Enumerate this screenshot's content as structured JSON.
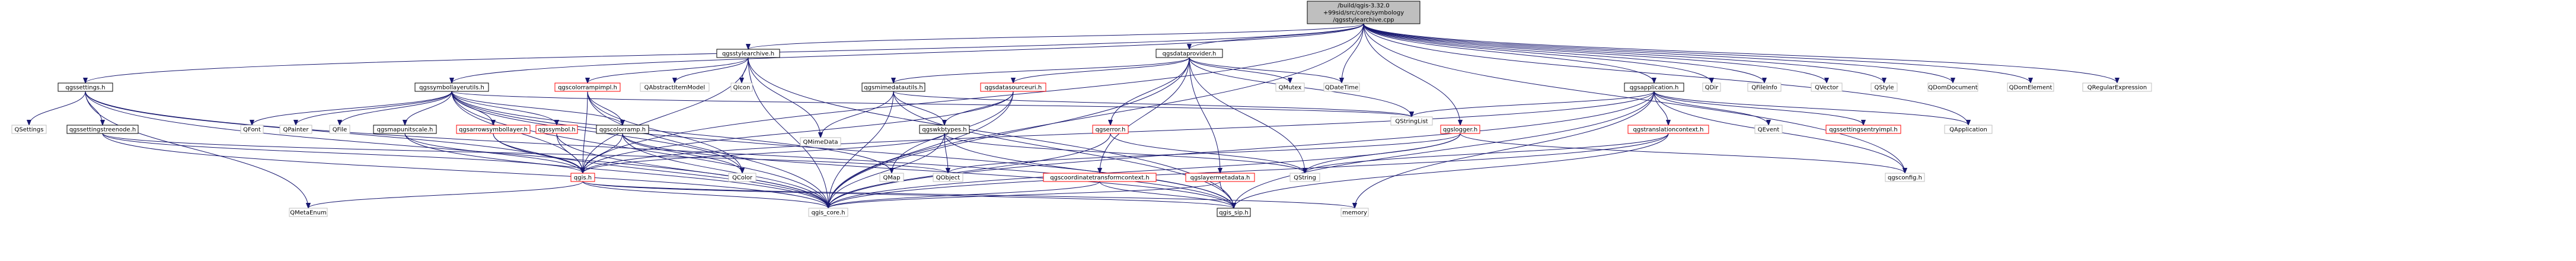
{
  "diagram": {
    "root": "R",
    "nodes": [
      {
        "id": "R",
        "lines": [
          "/build/qgis-3.32.0",
          "+99sid/src/core/symbology",
          "/qgsstylearchive.cpp"
        ],
        "style": "root"
      },
      {
        "id": "qgssettings",
        "lines": [
          "qgssettings.h"
        ],
        "style": "normal"
      },
      {
        "id": "qgsstylearchive",
        "lines": [
          "qgsstylearchive.h"
        ],
        "style": "normal"
      },
      {
        "id": "qgsdataprovider",
        "lines": [
          "qgsdataprovider.h"
        ],
        "style": "normal"
      },
      {
        "id": "qgsapplication",
        "lines": [
          "qgsapplication.h"
        ],
        "style": "normal"
      },
      {
        "id": "QDir",
        "lines": [
          "QDir"
        ],
        "style": "gray"
      },
      {
        "id": "QFileInfo",
        "lines": [
          "QFileInfo"
        ],
        "style": "gray"
      },
      {
        "id": "QVector",
        "lines": [
          "QVector"
        ],
        "style": "gray"
      },
      {
        "id": "QStyle",
        "lines": [
          "QStyle"
        ],
        "style": "gray"
      },
      {
        "id": "QDomDocument",
        "lines": [
          "QDomDocument"
        ],
        "style": "gray"
      },
      {
        "id": "QDomElement",
        "lines": [
          "QDomElement"
        ],
        "style": "gray"
      },
      {
        "id": "QRegularExpression",
        "lines": [
          "QRegularExpression"
        ],
        "style": "gray"
      },
      {
        "id": "QSettings",
        "lines": [
          "QSettings"
        ],
        "style": "gray"
      },
      {
        "id": "qgssettingstreenode",
        "lines": [
          "qgssettingstreenode.h"
        ],
        "style": "normal"
      },
      {
        "id": "qgssymbollayerutils",
        "lines": [
          "qgssymbollayerutils.h"
        ],
        "style": "normal"
      },
      {
        "id": "qgscolorrampimpl",
        "lines": [
          "qgscolorrampimpl.h"
        ],
        "style": "red"
      },
      {
        "id": "QAbstractItemModel",
        "lines": [
          "QAbstractItemModel"
        ],
        "style": "gray"
      },
      {
        "id": "QIcon",
        "lines": [
          "QIcon"
        ],
        "style": "gray"
      },
      {
        "id": "qgsmimedatautils",
        "lines": [
          "qgsmimedatautils.h"
        ],
        "style": "normal"
      },
      {
        "id": "qgsdatasourceuri",
        "lines": [
          "qgsdatasourceuri.h"
        ],
        "style": "red"
      },
      {
        "id": "QMutex",
        "lines": [
          "QMutex"
        ],
        "style": "gray"
      },
      {
        "id": "QDateTime",
        "lines": [
          "QDateTime"
        ],
        "style": "gray"
      },
      {
        "id": "QStringList",
        "lines": [
          "QStringList"
        ],
        "style": "gray"
      },
      {
        "id": "QFont",
        "lines": [
          "QFont"
        ],
        "style": "gray"
      },
      {
        "id": "QPainter",
        "lines": [
          "QPainter"
        ],
        "style": "gray"
      },
      {
        "id": "QFile",
        "lines": [
          "QFile"
        ],
        "style": "gray"
      },
      {
        "id": "qgsmapunitscale",
        "lines": [
          "qgsmapunitscale.h"
        ],
        "style": "normal"
      },
      {
        "id": "qgsarrowsymbollayer",
        "lines": [
          "qgsarrowsymbollayer.h"
        ],
        "style": "red"
      },
      {
        "id": "qgssymbol",
        "lines": [
          "qgssymbol.h"
        ],
        "style": "red"
      },
      {
        "id": "qgscolorramp",
        "lines": [
          "qgscolorramp.h"
        ],
        "style": "normal"
      },
      {
        "id": "qgswkbtypes",
        "lines": [
          "qgswkbtypes.h"
        ],
        "style": "normal"
      },
      {
        "id": "qgserror",
        "lines": [
          "qgserror.h"
        ],
        "style": "red"
      },
      {
        "id": "qgslogger",
        "lines": [
          "qgslogger.h"
        ],
        "style": "red"
      },
      {
        "id": "QEvent",
        "lines": [
          "QEvent"
        ],
        "style": "gray"
      },
      {
        "id": "qgssettingsentryimpl",
        "lines": [
          "qgssettingsentryimpl.h"
        ],
        "style": "red"
      },
      {
        "id": "QApplication",
        "lines": [
          "QApplication"
        ],
        "style": "gray"
      },
      {
        "id": "qgstranslationcontext",
        "lines": [
          "qgstranslationcontext.h"
        ],
        "style": "red"
      },
      {
        "id": "QMimeData",
        "lines": [
          "QMimeData"
        ],
        "style": "gray"
      },
      {
        "id": "qgis",
        "lines": [
          "qgis.h"
        ],
        "style": "red"
      },
      {
        "id": "QColor",
        "lines": [
          "QColor"
        ],
        "style": "gray"
      },
      {
        "id": "QMap",
        "lines": [
          "QMap"
        ],
        "style": "gray"
      },
      {
        "id": "QObject",
        "lines": [
          "QObject"
        ],
        "style": "gray"
      },
      {
        "id": "QString",
        "lines": [
          "QString"
        ],
        "style": "gray"
      },
      {
        "id": "qgscoordinatetransformcontext",
        "lines": [
          "qgscoordinatetransformcontext.h"
        ],
        "style": "red"
      },
      {
        "id": "qgslayermetadata",
        "lines": [
          "qgslayermetadata.h"
        ],
        "style": "red"
      },
      {
        "id": "qgsconfig",
        "lines": [
          "qgsconfig.h"
        ],
        "style": "gray"
      },
      {
        "id": "QMetaEnum",
        "lines": [
          "QMetaEnum"
        ],
        "style": "gray"
      },
      {
        "id": "qgis_core",
        "lines": [
          "qgis_core.h"
        ],
        "style": "gray"
      },
      {
        "id": "qgis_sip",
        "lines": [
          "qgis_sip.h"
        ],
        "style": "normal"
      },
      {
        "id": "memory",
        "lines": [
          "memory"
        ],
        "style": "gray"
      }
    ],
    "edges": [
      [
        "R",
        "qgssettings"
      ],
      [
        "R",
        "qgsstylearchive"
      ],
      [
        "R",
        "qgsdataprovider"
      ],
      [
        "R",
        "qgsapplication"
      ],
      [
        "R",
        "QDir"
      ],
      [
        "R",
        "QFileInfo"
      ],
      [
        "R",
        "QVector"
      ],
      [
        "R",
        "QStyle"
      ],
      [
        "R",
        "QDomDocument"
      ],
      [
        "R",
        "QDomElement"
      ],
      [
        "R",
        "QRegularExpression"
      ],
      [
        "R",
        "qgssymbollayerutils"
      ],
      [
        "R",
        "qgis"
      ],
      [
        "R",
        "qgis_core"
      ],
      [
        "R",
        "QDateTime"
      ],
      [
        "R",
        "qgslogger"
      ],
      [
        "R",
        "QApplication"
      ],
      [
        "R",
        "qgsconfig"
      ],
      [
        "qgssettings",
        "QSettings"
      ],
      [
        "qgssettings",
        "qgssettingstreenode"
      ],
      [
        "qgssettings",
        "qgis_core"
      ],
      [
        "qgssettings",
        "qgis_sip"
      ],
      [
        "qgssettings",
        "qgis"
      ],
      [
        "qgssettings",
        "QMetaEnum"
      ],
      [
        "qgssettingstreenode",
        "qgis"
      ],
      [
        "qgssettingstreenode",
        "qgis_core"
      ],
      [
        "qgssettingstreenode",
        "QObject"
      ],
      [
        "qgsstylearchive",
        "qgscolorrampimpl"
      ],
      [
        "qgsstylearchive",
        "QAbstractItemModel"
      ],
      [
        "qgsstylearchive",
        "QIcon"
      ],
      [
        "qgsstylearchive",
        "qgis"
      ],
      [
        "qgsstylearchive",
        "qgis_core"
      ],
      [
        "qgsstylearchive",
        "qgis_sip"
      ],
      [
        "qgsstylearchive",
        "QMimeData"
      ],
      [
        "qgscolorrampimpl",
        "qgis"
      ],
      [
        "qgscolorrampimpl",
        "qgscolorramp"
      ],
      [
        "qgscolorrampimpl",
        "qgis_core"
      ],
      [
        "qgscolorrampimpl",
        "QColor"
      ],
      [
        "qgsdataprovider",
        "qgsmimedatautils"
      ],
      [
        "qgsdataprovider",
        "qgsdatasourceuri"
      ],
      [
        "qgsdataprovider",
        "QMutex"
      ],
      [
        "qgsdataprovider",
        "QDateTime"
      ],
      [
        "qgsdataprovider",
        "QStringList"
      ],
      [
        "qgsdataprovider",
        "qgserror"
      ],
      [
        "qgsdataprovider",
        "qgslayermetadata"
      ],
      [
        "qgsdataprovider",
        "qgscoordinatetransformcontext"
      ],
      [
        "qgsdataprovider",
        "qgis_core"
      ],
      [
        "qgsdataprovider",
        "QString"
      ],
      [
        "qgsmimedatautils",
        "qgswkbtypes"
      ],
      [
        "qgsmimedatautils",
        "QMimeData"
      ],
      [
        "qgsmimedatautils",
        "qgis_core"
      ],
      [
        "qgsmimedatautils",
        "qgis_sip"
      ],
      [
        "qgsmimedatautils",
        "QStringList"
      ],
      [
        "qgsdatasourceuri",
        "qgis_core"
      ],
      [
        "qgsdatasourceuri",
        "qgswkbtypes"
      ],
      [
        "qgsdatasourceuri",
        "QMap"
      ],
      [
        "qgsdatasourceuri",
        "qgis"
      ],
      [
        "qgswkbtypes",
        "QObject"
      ],
      [
        "qgswkbtypes",
        "QString"
      ],
      [
        "qgswkbtypes",
        "qgis_core"
      ],
      [
        "qgswkbtypes",
        "qgis_sip"
      ],
      [
        "qgswkbtypes",
        "qgis"
      ],
      [
        "qgserror",
        "QString"
      ],
      [
        "qgserror",
        "qgis_core"
      ],
      [
        "qgserror",
        "QList"
      ],
      [
        "qgslogger",
        "QString"
      ],
      [
        "qgslogger",
        "qgis_core"
      ],
      [
        "qgslogger",
        "qgsconfig"
      ],
      [
        "qgslogger",
        "QObject"
      ],
      [
        "qgslayermetadata",
        "qgis_core"
      ],
      [
        "qgslayermetadata",
        "qgis_sip"
      ],
      [
        "qgscoordinatetransformcontext",
        "qgis_core"
      ],
      [
        "qgscoordinatetransformcontext",
        "qgis_sip"
      ],
      [
        "qgsapplication",
        "QApplication"
      ],
      [
        "qgsapplication",
        "QEvent"
      ],
      [
        "qgsapplication",
        "QStringList"
      ],
      [
        "qgsapplication",
        "qgis_core"
      ],
      [
        "qgsapplication",
        "qgis_sip"
      ],
      [
        "qgsapplication",
        "qgsconfig"
      ],
      [
        "qgsapplication",
        "qgstranslationcontext"
      ],
      [
        "qgsapplication",
        "qgssettingsentryimpl"
      ],
      [
        "qgsapplication",
        "qgis"
      ],
      [
        "qgsapplication",
        "memory"
      ],
      [
        "qgstranslationcontext",
        "qgis_core"
      ],
      [
        "qgstranslationcontext",
        "qgis_sip"
      ],
      [
        "qgstranslationcontext",
        "QString"
      ],
      [
        "qgssymbollayerutils",
        "qgis_core"
      ],
      [
        "qgssymbollayerutils",
        "qgis_sip"
      ],
      [
        "qgssymbollayerutils",
        "QFont"
      ],
      [
        "qgssymbollayerutils",
        "QPainter"
      ],
      [
        "qgssymbollayerutils",
        "QFile"
      ],
      [
        "qgssymbollayerutils",
        "qgsmapunitscale"
      ],
      [
        "qgssymbollayerutils",
        "qgsarrowsymbollayer"
      ],
      [
        "qgssymbollayerutils",
        "qgssymbol"
      ],
      [
        "qgssymbollayerutils",
        "qgscolorramp"
      ],
      [
        "qgssymbollayerutils",
        "qgis"
      ],
      [
        "qgssymbollayerutils",
        "QColor"
      ],
      [
        "qgssymbollayerutils",
        "QMap"
      ],
      [
        "qgssymbollayerutils",
        "QStringList"
      ],
      [
        "qgsmapunitscale",
        "qgis_core"
      ],
      [
        "qgsmapunitscale",
        "qgis"
      ],
      [
        "qgsarrowsymbollayer",
        "qgis_core"
      ],
      [
        "qgsarrowsymbollayer",
        "qgis"
      ],
      [
        "qgssymbol",
        "qgis_core"
      ],
      [
        "qgssymbol",
        "qgis"
      ],
      [
        "qgscolorramp",
        "qgis_core"
      ],
      [
        "qgscolorramp",
        "qgis_sip"
      ],
      [
        "qgscolorramp",
        "qgis"
      ],
      [
        "qgscolorramp",
        "QColor"
      ],
      [
        "qgis",
        "qgis_core"
      ],
      [
        "qgis",
        "qgis_sip"
      ],
      [
        "qgis",
        "QMetaEnum"
      ],
      [
        "qgis",
        "memory"
      ]
    ]
  }
}
